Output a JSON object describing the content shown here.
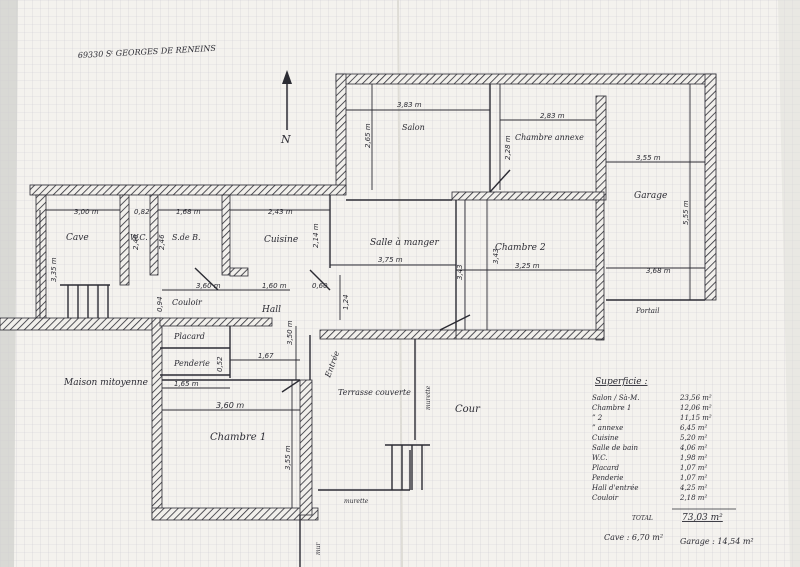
{
  "header": {
    "location": "69330 Sᵗ GEORGES DE RENEINS"
  },
  "north": "N",
  "rooms": {
    "salon": "Salon",
    "chambre_annexe": "Chambre annexe",
    "garage": "Garage",
    "cave": "Cave",
    "wc": "W.C.",
    "sdb": "S.de B.",
    "cuisine": "Cuisine",
    "salle_a_manger": "Salle à manger",
    "chambre2": "Chambre 2",
    "couloir": "Couloir",
    "hall": "Hall",
    "placard": "Placard",
    "penderie": "Penderie",
    "entree": "Entrée",
    "terrasse": "Terrasse couverte",
    "cour": "Cour",
    "chambre1": "Chambre 1",
    "maison": "Maison mitoyenne",
    "portail": "Portail",
    "murette1": "murette",
    "murette2": "murette",
    "mur": "mur"
  },
  "dimensions": {
    "salon_w": "3,83 m",
    "salon_h": "2,65 m",
    "annexe_w": "2,83 m",
    "annexe_h": "2,28 m",
    "garage_w": "3,55 m",
    "garage_h": "5,55 m",
    "garage_w2": "3,68 m",
    "cave_w": "3,00 m",
    "cave_h": "3,35 m",
    "wc_w": "0,82",
    "wc_h": "2,46",
    "sdb_w": "1,68 m",
    "sdb_h": "2,46",
    "cuisine_w": "2,43 m",
    "cuisine_h": "2,14 m",
    "sam_w": "3,75 m",
    "sam_h": "3,43",
    "ch2_w": "3,25 m",
    "ch2_h": "3,43",
    "couloir_w": "3,60 m",
    "hall_w": "1,60 m",
    "d060": "0,60",
    "d124": "1,24",
    "d094": "0,94",
    "d350": "3,50 m",
    "d167": "1,67",
    "d052": "0,52",
    "d165": "1,65 m",
    "ch1_w": "3,60 m",
    "ch1_h": "3,55 m"
  },
  "superficie": {
    "title": "Superficie :",
    "rows": [
      {
        "label": "Salon / Sà-M.",
        "value": "23,56 m²"
      },
      {
        "label": "Chambre 1",
        "value": "12,06 m²"
      },
      {
        "label": "” 2",
        "value": "11,15 m²"
      },
      {
        "label": "” annexe",
        "value": "6,45 m²"
      },
      {
        "label": "Cuisine",
        "value": "5,20 m²"
      },
      {
        "label": "Salle de bain",
        "value": "4,06 m²"
      },
      {
        "label": "W.C.",
        "value": "1,98 m²"
      },
      {
        "label": "Placard",
        "value": "1,07 m²"
      },
      {
        "label": "Penderie",
        "value": "1,07 m²"
      },
      {
        "label": "Hall d'entrée",
        "value": "4,25 m²"
      },
      {
        "label": "Couloir",
        "value": "2,18 m²"
      }
    ],
    "total_label": "TOTAL",
    "total_value": "73,03 m²",
    "cave": "Cave : 6,70 m²",
    "garage": "Garage : 14,54 m²"
  },
  "colors": {
    "paper": "#f4f2ee",
    "grid": "#c9c8cf",
    "ink": "#2b2b33"
  }
}
